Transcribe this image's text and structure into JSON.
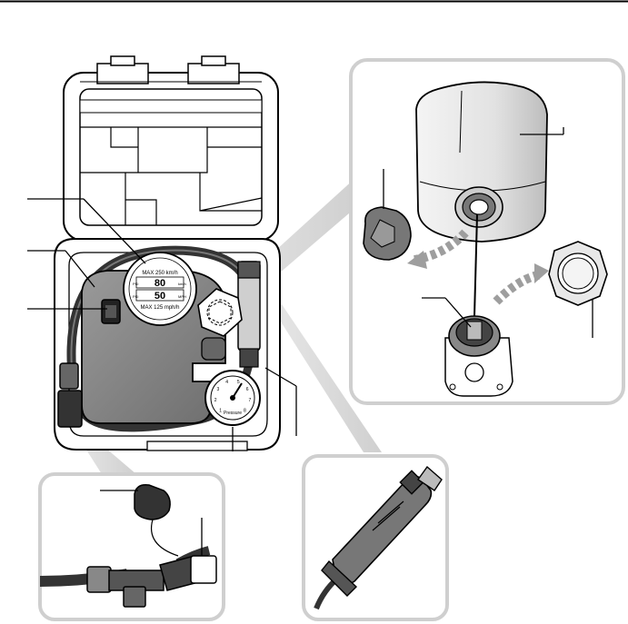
{
  "gauge_sticker": {
    "line1": "MAX 250 km/h",
    "upper_value": "80",
    "upper_left": "PSI",
    "upper_right": "km/h",
    "lower_value": "50",
    "lower_left": "PSI",
    "lower_right": "MPH",
    "line4": "MAX 125 mph/h"
  },
  "pressure_gauge": {
    "ticks": [
      "1",
      "2",
      "3",
      "4",
      "5",
      "6",
      "7",
      "8"
    ],
    "label": "Pressure"
  },
  "colors": {
    "outline": "#000000",
    "case": "#ffffff",
    "compressor": "#8a8a8a",
    "hose": "#3a3a3a",
    "inset_border": "#cfcfcf",
    "bottle": "#e6e6e6"
  },
  "icons": [
    "case-latch",
    "rocker-switch",
    "dashed-arrow",
    "leader-line",
    "plug",
    "cap"
  ]
}
